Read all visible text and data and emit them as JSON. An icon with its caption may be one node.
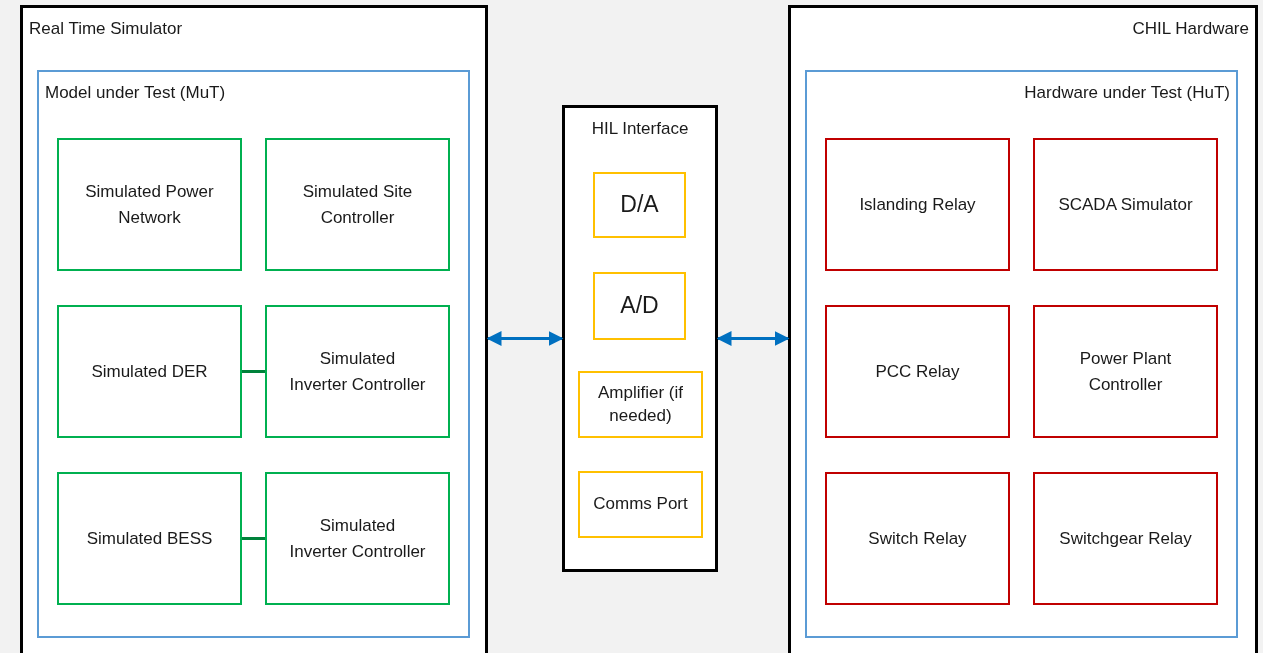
{
  "diagram": {
    "nodes": [
      {
        "text": [
          "Real Time Simulator"
        ]
      },
      {
        "text": [
          "Model under Test (MuT)"
        ],
        "in": 0
      },
      {
        "text": [
          "Simulated Power Network"
        ],
        "in": 1
      },
      {
        "text": [
          "Simulated Site Controller"
        ],
        "in": 1
      },
      {
        "text": [
          "Simulated DER"
        ],
        "in": 1
      },
      {
        "text": [
          "Simulated Inverter Controller"
        ],
        "in": 1
      },
      {
        "text": [
          "Simulated BESS"
        ],
        "in": 1
      },
      {
        "text": [
          "Simulated Inverter Controller"
        ],
        "in": 1
      },
      {
        "text": [
          "HIL Interface"
        ]
      },
      {
        "text": [
          "D/A"
        ],
        "in": 8
      },
      {
        "text": [
          "A/D"
        ],
        "in": 8
      },
      {
        "text": [
          "Amplifier (if needed)"
        ],
        "in": 8
      },
      {
        "text": [
          "Comms Port"
        ],
        "in": 8
      },
      {
        "text": [
          "CHIL Hardware"
        ]
      },
      {
        "text": [
          "Hardware under Test (HuT)"
        ],
        "in": 13
      },
      {
        "text": [
          "Islanding Relay"
        ],
        "in": 14
      },
      {
        "text": [
          "SCADA Simulator"
        ],
        "in": 14
      },
      {
        "text": [
          "PCC Relay"
        ],
        "in": 14
      },
      {
        "text": [
          "Power Plant Controller"
        ],
        "in": 14
      },
      {
        "text": [
          "Switch Relay"
        ],
        "in": 14
      },
      {
        "text": [
          "Switchgear Relay"
        ],
        "in": 14
      }
    ],
    "edges": [
      {
        "from": 4,
        "to": 5,
        "arrow": "none",
        "color": "#00823b"
      },
      {
        "from": 6,
        "to": 7,
        "arrow": "none",
        "color": "#00823b"
      },
      {
        "from": 0,
        "to": 8,
        "arrow": "both",
        "color": "#0070c0"
      },
      {
        "from": 8,
        "to": 13,
        "arrow": "both",
        "color": "#0070c0"
      }
    ]
  }
}
